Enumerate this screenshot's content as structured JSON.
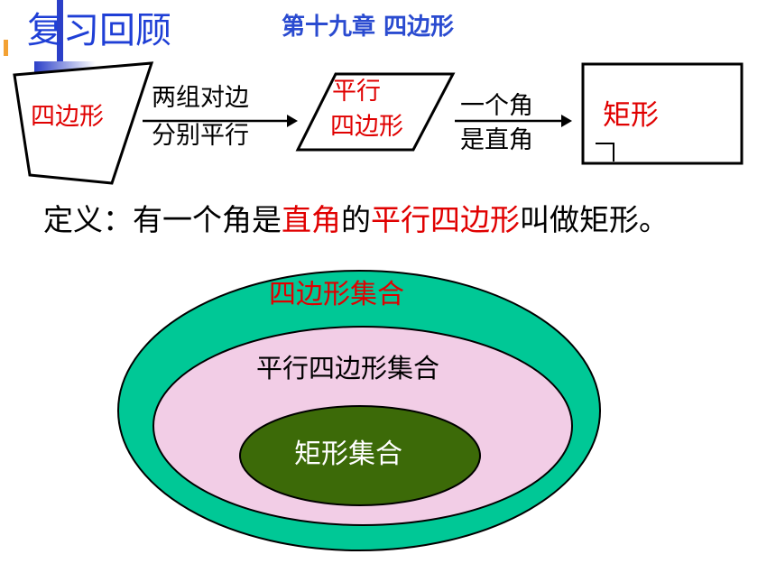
{
  "header": {
    "review_title": "复习回顾",
    "chapter_title": "第十九章  四边形"
  },
  "flow": {
    "quadrilateral": "四边形",
    "arrow1_line1": "两组对边",
    "arrow1_line2": "分别平行",
    "parallelogram_line1": "平行",
    "parallelogram_line2": "四边形",
    "arrow2_line1": "一个角",
    "arrow2_line2": "是直角",
    "rectangle": "矩形"
  },
  "definition": {
    "part1": "定义：有一个角是",
    "part2": "直角",
    "part3": "的",
    "part4": "平行四边形",
    "part5": "叫做矩形。"
  },
  "venn": {
    "outer_label": "四边形集合",
    "middle_label": "平行四边形集合",
    "inner_label": "矩形集合",
    "colors": {
      "outer": "#00c896",
      "middle": "#f2cde6",
      "inner": "#3c6a08",
      "accent_red": "#e00000",
      "accent_blue": "#1f3fd6"
    }
  }
}
